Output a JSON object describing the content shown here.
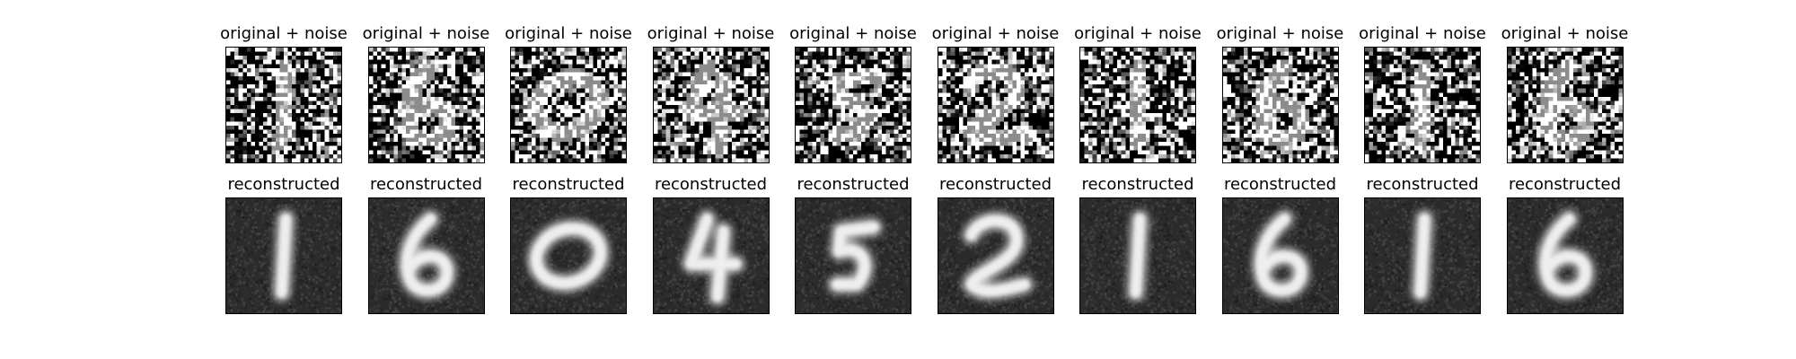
{
  "figure": {
    "rows": [
      {
        "title": "original + noise",
        "kind": "noisy",
        "panels": 10
      },
      {
        "title": "reconstructed",
        "kind": "reconstructed",
        "panels": 10
      }
    ],
    "reconstructed_digits": [
      "1",
      "6",
      "0",
      "4",
      "5",
      "2",
      "1",
      "6",
      "1",
      "6"
    ],
    "colormap": "gray"
  }
}
